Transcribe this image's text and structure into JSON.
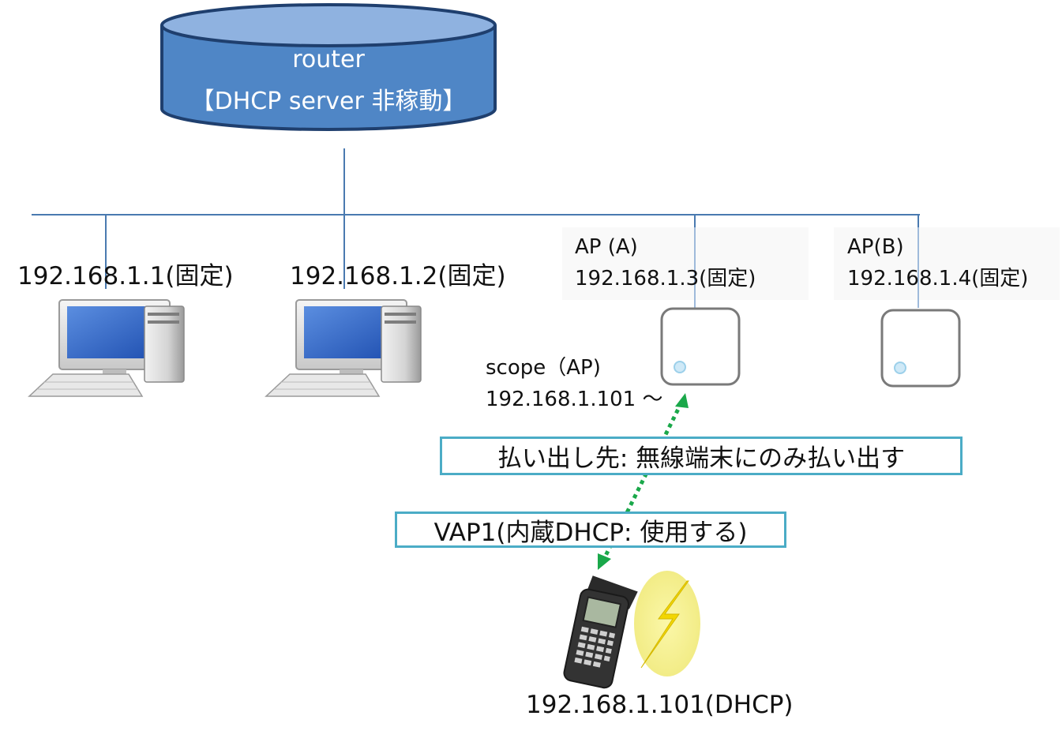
{
  "router": {
    "name": "router",
    "dhcp_status": "【DHCP server 非稼動】"
  },
  "hosts": [
    {
      "ip": "192.168.1.1(固定)"
    },
    {
      "ip": "192.168.1.2(固定)"
    }
  ],
  "access_points": [
    {
      "name": "AP (A)",
      "ip": "192.168.1.3(固定)"
    },
    {
      "name": "AP(B)",
      "ip": "192.168.1.4(固定)"
    }
  ],
  "scope": {
    "label": "scope（AP)",
    "range": "192.168.1.101 ～"
  },
  "distribution_box": "払い出し先: 無線端末にのみ払い出す",
  "vap_box": "VAP1(内蔵DHCP: 使用する)",
  "terminal": {
    "ip": "192.168.1.101(DHCP)"
  },
  "colors": {
    "router_fill": "#4f86c6",
    "network_line": "#4a7ab0",
    "box_border": "#4bacc6",
    "dhcp_arrow": "#1aa84a",
    "wireless_glow": "#f7f29a",
    "lightning": "#f2d600"
  },
  "icons": [
    "database-cylinder-icon",
    "desktop-computer-icon",
    "access-point-icon",
    "handheld-terminal-icon",
    "wireless-lightning-icon"
  ]
}
